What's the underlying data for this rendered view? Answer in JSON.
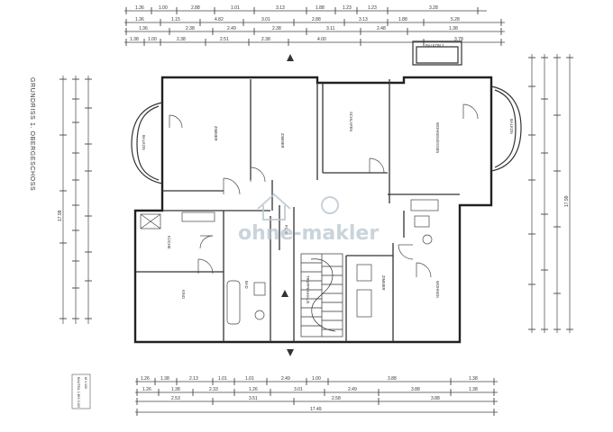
{
  "title_vertical": "GRUNDRISS 1. OBERGESCHOSS",
  "stamp_vertical": [
    "BAUTEIL 1.BIS 3.OG",
    "M 1:100"
  ],
  "watermark": "ohne-makler",
  "rooms": {
    "balkon_top": "BALKON 2",
    "balkon_left": "BALKON",
    "balkon_right": "BALKON",
    "zimmer_1": "ZIMMER",
    "zimmer_2": "ZIMMER",
    "schlafen": "SCHLAFEN",
    "wohnen": "WOHNEN/ESSEN",
    "kueche": "KÜCHE",
    "bad": "BAD",
    "flur": "FLUR",
    "treppe": "TREPPENHAUS",
    "kind": "KIND",
    "zimmer_3": "ZIMMER",
    "wohnen_2": "WOHNEN"
  },
  "dims_top_row1": [
    "1.36",
    "1.00",
    "2.88",
    "1.01",
    "3.13",
    "1.88",
    "1.23",
    "1.23",
    "3.28"
  ],
  "dims_top_row2": [
    "1.36",
    "1.15",
    "4.82",
    "3.01",
    "2.88",
    "3.13",
    "1.88",
    "5.28"
  ],
  "dims_top_row3": [
    "1.36",
    "2.38",
    "2.49",
    "2.38",
    "3.11",
    "2.48",
    "1.38"
  ],
  "dims_top_row4": [
    "1.38",
    "1.00",
    "2.38",
    "2.51",
    "2.38",
    "4.00",
    "3.78"
  ],
  "dims_bottom_row1": [
    "1.26",
    "1.38",
    "2.13",
    "1.01",
    "1.01",
    "2.49",
    "1.00",
    "3.88",
    "1.38"
  ],
  "dims_bottom_row2": [
    "1.26",
    "1.38",
    "2.33",
    "1.26",
    "3.01",
    "2.49",
    "3.88",
    "1.38"
  ],
  "dims_bottom_row3": [
    "2.53",
    "3.51",
    "2.58",
    "3.88"
  ],
  "dims_bottom_total": "17.49",
  "dims_right_total": "17.99",
  "dims_left_total": "17.99"
}
